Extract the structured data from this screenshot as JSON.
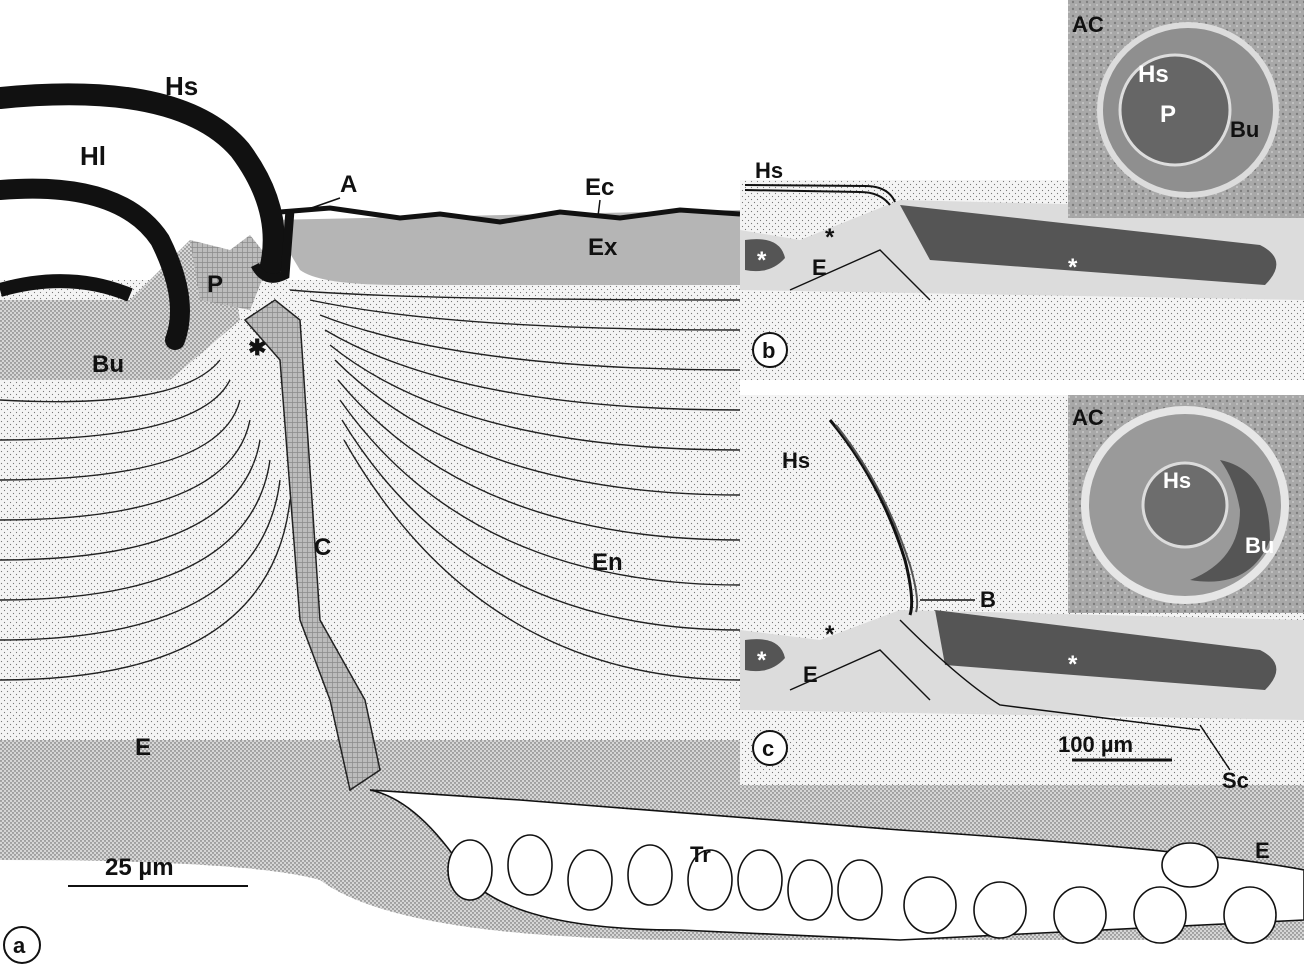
{
  "panels": {
    "a": {
      "letter": "a",
      "labels": {
        "hs": "Hs",
        "hl": "Hl",
        "a": "A",
        "ec": "Ec",
        "ex": "Ex",
        "p": "P",
        "bu": "Bu",
        "asterisk": "✱",
        "c": "C",
        "en": "En",
        "e": "E",
        "tr": "Tr",
        "e2": "E"
      },
      "scale_bar": "25 µm"
    },
    "b": {
      "letter": "b",
      "labels": {
        "hs": "Hs",
        "star1": "*",
        "star2": "*",
        "star3": "*",
        "e": "E"
      },
      "inset": {
        "ac": "AC",
        "hs": "Hs",
        "p": "P",
        "bu": "Bu"
      }
    },
    "c": {
      "letter": "c",
      "labels": {
        "hs": "Hs",
        "b": "B",
        "star1": "*",
        "star2": "*",
        "star3": "*",
        "e": "E",
        "sc": "Sc"
      },
      "inset": {
        "ac": "AC",
        "hs": "Hs",
        "bu": "Bu"
      },
      "scale_bar": "100 µm"
    }
  },
  "colors": {
    "ink": "#111111",
    "exocuticle": "#b8b8b8",
    "dark_fill": "#555555",
    "mid_fill": "#c4c4c4",
    "epidermis": "#e2e2e2",
    "micrograph_bg": "#9a9a9a"
  }
}
